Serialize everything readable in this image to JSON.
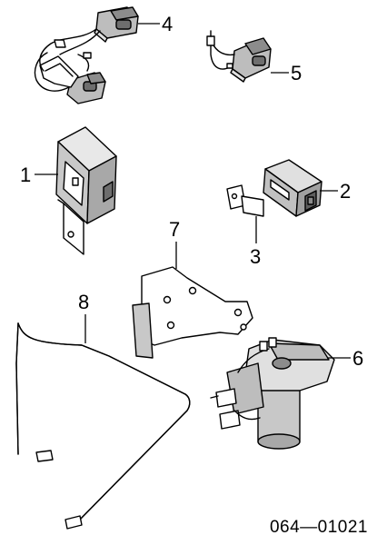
{
  "callouts": {
    "c1": "1",
    "c2": "2",
    "c3": "3",
    "c4": "4",
    "c5": "5",
    "c6": "6",
    "c7": "7",
    "c8": "8"
  },
  "reference_code": "064—01021",
  "colors": {
    "line": "#000000",
    "part_fill": "#ffffff",
    "shade_light": "#d0d0d0",
    "shade_mid": "#a8a8a8",
    "shade_dark": "#6e6e6e"
  }
}
